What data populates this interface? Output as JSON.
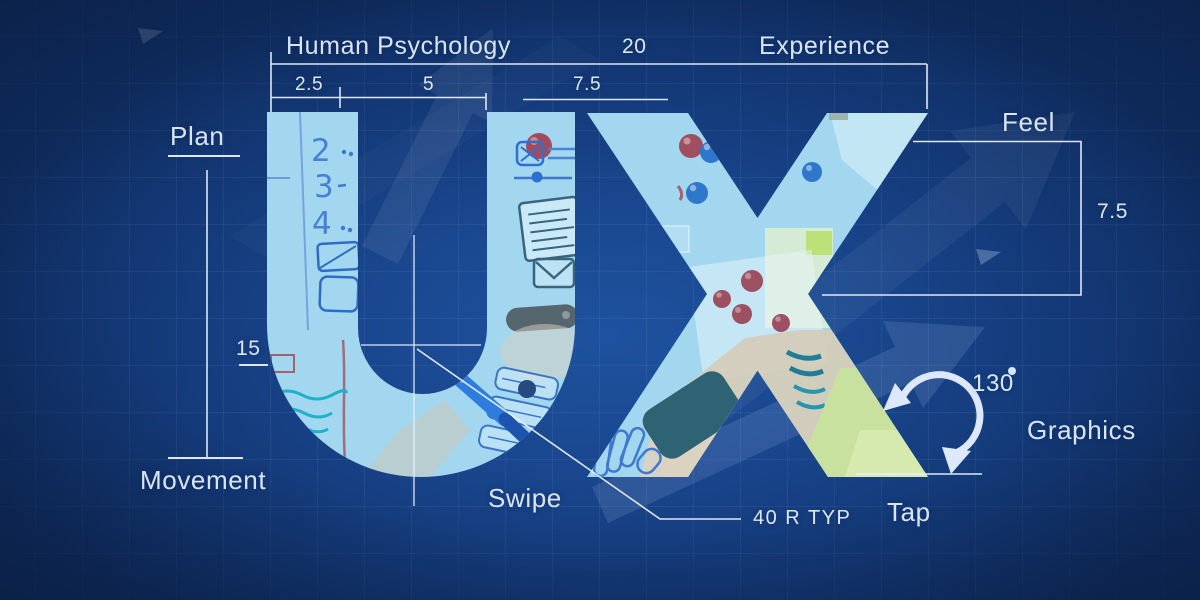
{
  "word": "UX",
  "labels": {
    "plan": "Plan",
    "movement": "Movement",
    "human_psychology": "Human Psychology",
    "experience": "Experience",
    "feel": "Feel",
    "swipe": "Swipe",
    "tap": "Tap",
    "graphics": "Graphics"
  },
  "dimensions": {
    "total_width": "20",
    "segment_1": "2.5",
    "segment_2": "5",
    "segment_3": "7.5",
    "left_height": "15",
    "right_height": "7.5",
    "radius_callout": "40 R TYP",
    "angle": "130",
    "angle_unit": "°"
  },
  "sketch": {
    "list_numbers": [
      "2",
      "3",
      "4"
    ]
  },
  "colors": {
    "background_center": "#1e529e",
    "background_edge": "#0f2d60",
    "annotation_line": "#e8f0fd",
    "annotation_text": "#d8e5fc",
    "letter_fill": "#a3d7ef",
    "pin_red": "#a04f61",
    "pin_blue": "#2e77cd",
    "sticky_green": "#c8e29c",
    "pen_blue": "#2f7ce0"
  },
  "icons": {
    "rotation": "rotation-arrow-icon",
    "growth": "growth-arrow-icon",
    "cursor": "dart-cursor-icon",
    "degree": "degree-dot"
  }
}
